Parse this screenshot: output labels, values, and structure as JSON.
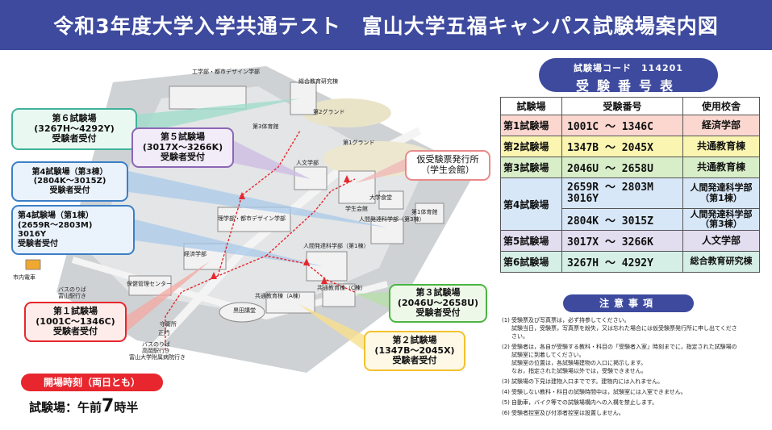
{
  "header": {
    "title": "令和3年度大学入学共通テスト　富山大学五福キャンパス試験場案内図"
  },
  "colors": {
    "banner": "#3d4a9e",
    "site1": "#e8262d",
    "site2": "#f2c12e",
    "site3": "#4bb543",
    "site4": "#3a7fc6",
    "site5": "#8b67b5",
    "site6": "#3fb39a",
    "route": "#e8262d"
  },
  "callouts": {
    "site6": {
      "line1": "第６試験場",
      "line2": "(3267H～4292Y)",
      "line3": "受験者受付"
    },
    "site5": {
      "line1": "第５試験場",
      "line2": "(3017X～3266K)",
      "line3": "受験者受付"
    },
    "site4_3": {
      "line1": "第4試験場（第3棟）",
      "line2": "(2804K～3015Z)",
      "line3": "受験者受付"
    },
    "site4_1": {
      "line1": "第4試験場（第1棟）",
      "line2": "(2659R～2803M)",
      "line3": "3016Y",
      "line4": "受験者受付"
    },
    "site1": {
      "line1": "第１試験場",
      "line2": "(1001C～1346C)",
      "line3": "受験者受付"
    },
    "site3": {
      "line1": "第３試験場",
      "line2": "(2046U～2658U)",
      "line3": "受験者受付"
    },
    "site2": {
      "line1": "第２試験場",
      "line2": "(1347B～2045X)",
      "line3": "受験者受付"
    },
    "temp": {
      "line1": "仮受験票発行所",
      "line2": "（学生会館）"
    }
  },
  "map_labels": {
    "eng_design": "工学部・都市デザイン学部",
    "liberal_center": "総合教育研究棟",
    "ground2": "第2グランド",
    "gym3": "第3体育館",
    "ground1": "第1グランド",
    "humanities": "人文学部",
    "student_hall": "学生会館",
    "cafeteria": "大学食堂",
    "gym1": "第1体育館",
    "human_dev3": "人間発達科学部（第3棟）",
    "sci_design": "理学部・都市デザイン学部",
    "human_dev1": "人間発達科学部（第1棟）",
    "economics": "経済学部",
    "health_center": "保健管理センター",
    "common_a": "共通教育棟（A棟）",
    "common_c": "共通教育棟（C棟）",
    "kurota": "黒田講堂",
    "tram": "市内電車",
    "bus_stop1": "バスのりば",
    "bus_stop1b": "富山駅行き",
    "guard": "守衛所",
    "main_gate": "正門",
    "bus_stop2": "バスのりば",
    "bus_stop2b": "高岡駅行き",
    "bus_stop2c": "富山大学附属病院行き"
  },
  "exam_table": {
    "code_label": "試験場コード　114201",
    "title": "受験番号表",
    "headers": [
      "試験場",
      "受験番号",
      "使用校舎"
    ],
    "rows": [
      {
        "site": "第1試験場",
        "range": "1001C ～ 1346C",
        "building": "経済学部"
      },
      {
        "site": "第2試験場",
        "range": "1347B ～ 2045X",
        "building": "共通教育棟"
      },
      {
        "site": "第3試験場",
        "range": "2046U ～ 2658U",
        "building": "共通教育棟"
      },
      {
        "site": "第4試験場",
        "range": "2659R ～ 2803M",
        "range2": "3016Y",
        "building": "人間発達科学部",
        "building2": "（第1棟）"
      },
      {
        "site": "",
        "range": "2804K ～ 3015Z",
        "building": "人間発達科学部",
        "building2": "（第3棟）"
      },
      {
        "site": "第5試験場",
        "range": "3017X ～ 3266K",
        "building": "人文学部"
      },
      {
        "site": "第6試験場",
        "range": "3267H ～ 4292Y",
        "building": "総合教育研究棟"
      }
    ]
  },
  "notice": {
    "title": "注意事項",
    "items": [
      {
        "num": "(1)",
        "lines": [
          "受験票及び写真票は，必ず持参してください。",
          "試験当日，受験票，写真票を紛失，又は忘れた場合には仮受験票発行所に申し出てくださ",
          "さい。"
        ]
      },
      {
        "num": "(2)",
        "lines": [
          "受験者は，各自が受験する教科・科目の「受験者入室」時刻までに，指定された試験場の",
          "試験室に到着してください。",
          "試験室の位置は，各試験場建物の入口に掲示します。",
          "なお，指定された試験場以外では，受験できません。"
        ]
      },
      {
        "num": "(3)",
        "lines": [
          "試験場の下見は建物入口までです。建物内には入れません。"
        ]
      },
      {
        "num": "(4)",
        "lines": [
          "受験しない教科・科目の試験時間中は，試験室には入室できません。"
        ]
      },
      {
        "num": "(5)",
        "lines": [
          "自動車，バイク等での試験場構内への入構を禁止します。"
        ]
      },
      {
        "num": "(6)",
        "lines": [
          "受験者控室及び付添者控室は設置しません。"
        ]
      }
    ]
  },
  "opening": {
    "label": "開場時刻（両日とも）",
    "prefix": "試験場：午前",
    "hour": "7",
    "suffix": "時半"
  }
}
